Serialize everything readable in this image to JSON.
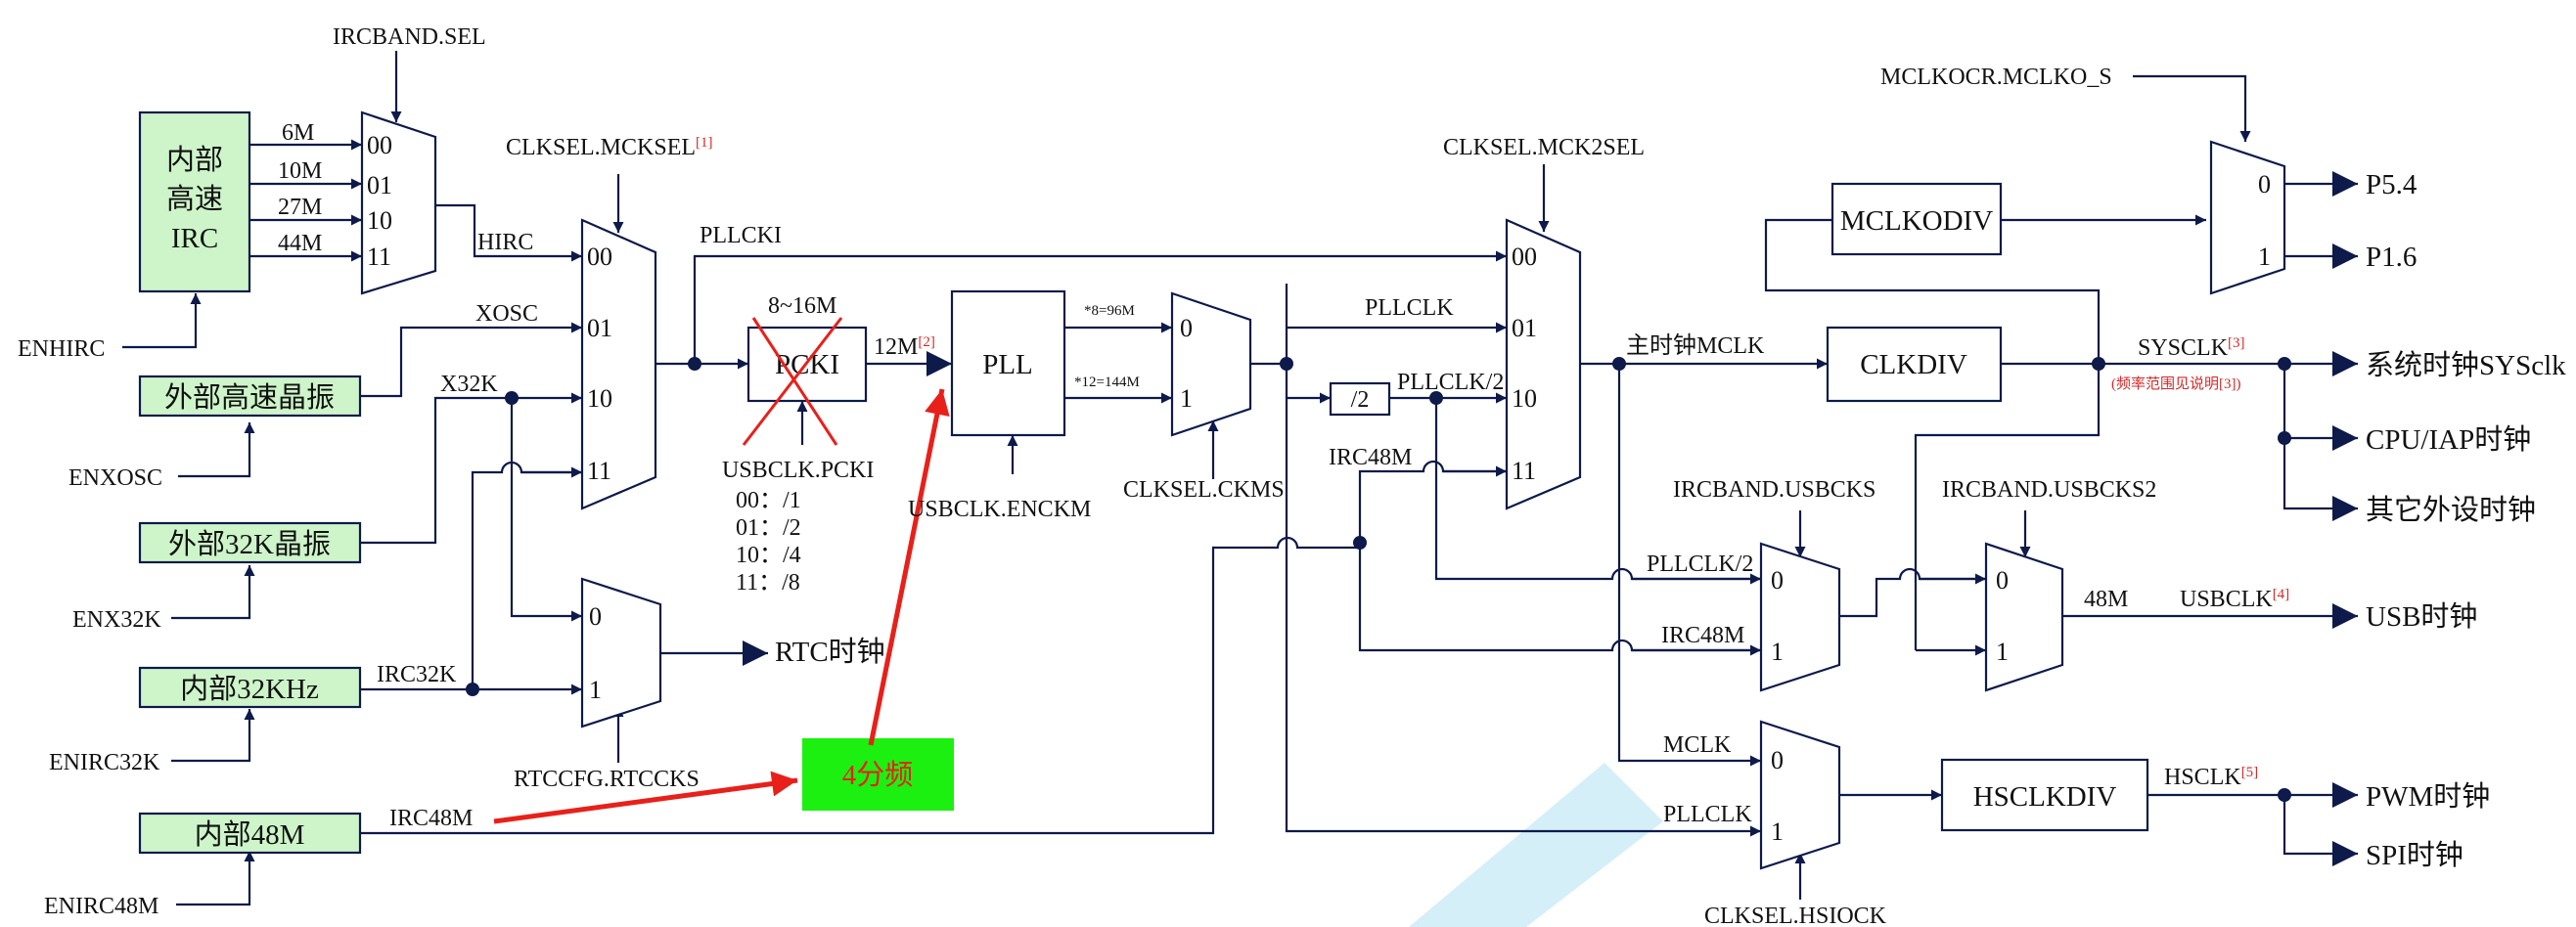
{
  "colors": {
    "wire": "#0d1a4a",
    "source_fill": "#cdf5c9",
    "highlight_fill": "#1cf010",
    "annotation_red": "#e8201a",
    "footnote_red": "#d42a2a",
    "watermark": "#9fdcef"
  },
  "sources": {
    "hirc": "内部\n高速\nIRC",
    "xosc": "外部高速晶振",
    "x32k": "外部32K晶振",
    "irc32k": "内部32KHz",
    "irc48m": "内部48M"
  },
  "enables": {
    "hirc": "ENHIRC",
    "xosc": "ENXOSC",
    "x32k": "ENX32K",
    "irc32k": "ENIRC32K",
    "irc48m": "ENIRC48M"
  },
  "hirc_freqs": [
    "6M",
    "10M",
    "27M",
    "44M"
  ],
  "selectors": {
    "ircband_sel": "IRCBAND.SEL",
    "mcksel": "CLKSEL.MCKSEL",
    "mcksel_ref": "[1]",
    "mck2sel": "CLKSEL.MCK2SEL",
    "ckms": "CLKSEL.CKMS",
    "rtccks": "RTCCFG.RTCCKS",
    "usbclk_enckm": "USBCLK.ENCKM",
    "usbclk_pcki": "USBCLK.PCKI",
    "usbcks": "IRCBAND.USBCKS",
    "usbcks2": "IRCBAND.USBCKS2",
    "hsiock": "CLKSEL.HSIOCK",
    "mclko_s": "MCLKOCR.MCLKO_S"
  },
  "mux_inputs": {
    "four": [
      "00",
      "01",
      "10",
      "11"
    ],
    "two": [
      "0",
      "1"
    ]
  },
  "pcki_divs": [
    "00：/1",
    "01：/2",
    "10：/4",
    "11：/8"
  ],
  "blocks": {
    "pcki": "PCKI",
    "pll": "PLL",
    "div2": "/2",
    "clkdiv": "CLKDIV",
    "mclkodiv": "MCLKODIV",
    "hsclkdiv": "HSCLKDIV",
    "quad_div": "4分频"
  },
  "signals": {
    "hirc": "HIRC",
    "xosc": "XOSC",
    "x32k": "X32K",
    "irc32k": "IRC32K",
    "irc48m": "IRC48M",
    "pllcki": "PLLCKI",
    "pcki_range": "8~16M",
    "pll_in": "12M",
    "pll_in_ref": "[2]",
    "mul8": "*8=96M",
    "mul12": "*12=144M",
    "pllclk": "PLLCLK",
    "pllclk2": "PLLCLK/2",
    "mclk_main": "主时钟MCLK",
    "sysclk": "SYSCLK",
    "sysclk_ref": "[3]",
    "sysclk_note": "(频率范围见说明[3])",
    "mclk": "MCLK",
    "usb48m": "48M",
    "usbclk": "USBCLK",
    "usbclk_ref": "[4]",
    "hsclk": "HSCLK",
    "hsclk_ref": "[5]"
  },
  "outputs": {
    "rtc": "RTC时钟",
    "sys": "系统时钟SYSclk",
    "cpu": "CPU/IAP时钟",
    "other": "其它外设时钟",
    "usb": "USB时钟",
    "pwm": "PWM时钟",
    "spi": "SPI时钟",
    "p54": "P5.4",
    "p16": "P1.6"
  }
}
